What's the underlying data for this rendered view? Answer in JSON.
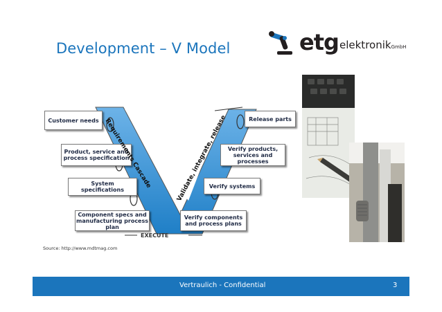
{
  "slide": {
    "title": "Development – V Model",
    "source": "Source: http://www.mdtmag.com",
    "footer_text": "Vertraulich - Confidential",
    "page_number": "3"
  },
  "logo": {
    "brand": "etg",
    "name": "elektronik",
    "suffix": "GmbH",
    "icon": "robot-arm-icon"
  },
  "diagram": {
    "left_boxes": [
      "Customer needs",
      "Product, service and process specification",
      "System specifications",
      "Component specs and manufacturing process plan"
    ],
    "right_boxes": [
      "Release parts",
      "Verify products, services and processes",
      "Verify systems",
      "Verify components and process plans"
    ],
    "left_label": "Requirements Cascade",
    "right_label": "Validate, integrate, release",
    "bottom_label": "EXECUTE"
  },
  "colors": {
    "accent": "#1b75bc",
    "v_blue": "#1f7fc7"
  }
}
